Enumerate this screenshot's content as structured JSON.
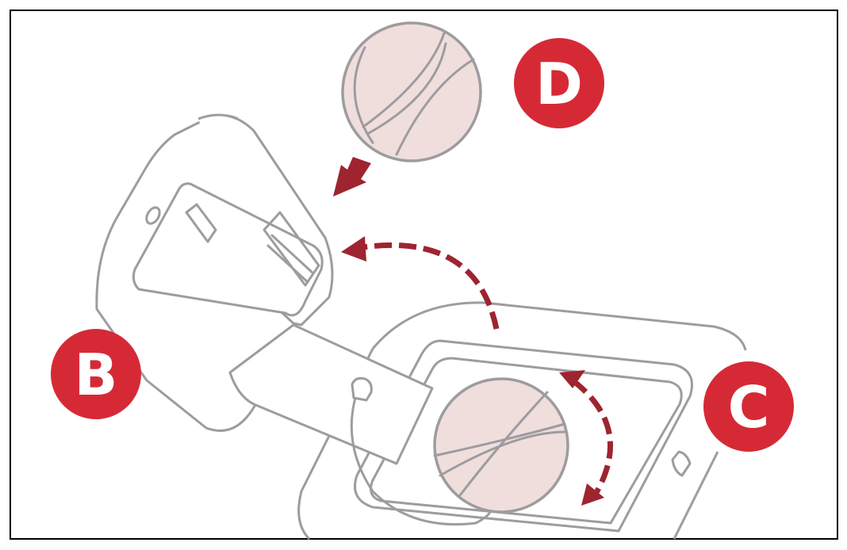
{
  "labels": {
    "b": "B",
    "c": "C",
    "d": "D"
  },
  "colors": {
    "badge": "#d52a36",
    "arrow": "#9e2430",
    "line": "#9d9c9f",
    "cap_fill": "#f0dedd",
    "frame": "#000000"
  }
}
